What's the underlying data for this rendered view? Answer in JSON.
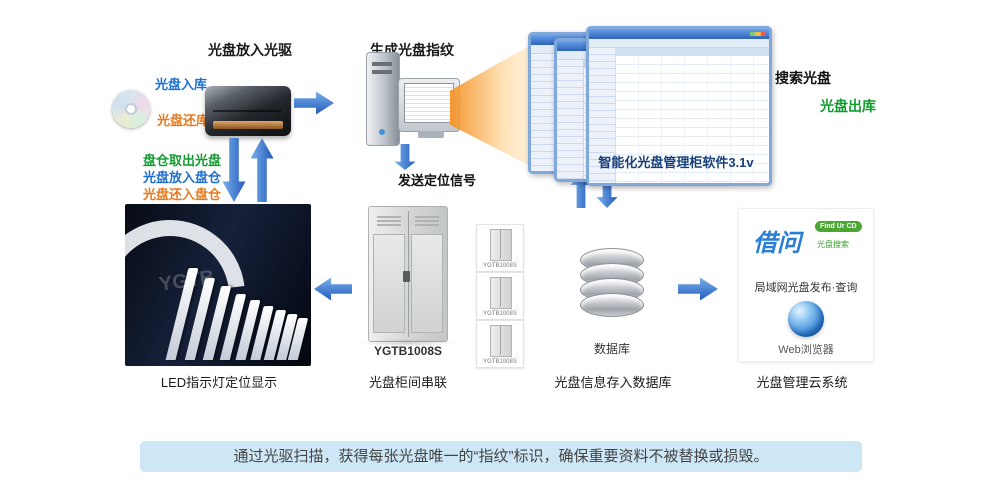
{
  "colors": {
    "accent_blue": "#1e6fd0",
    "accent_orange": "#e8791e",
    "accent_green": "#129c30",
    "arrow_blue": "#2359b8",
    "banner_bg": "#cde7f6"
  },
  "top": {
    "drive_title": "光盘放入光驱",
    "disc_in": "光盘入库",
    "disc_return": "光盘还库",
    "fingerprint_title": "生成光盘指纹",
    "search_disc": "搜索光盘",
    "disc_out": "光盘出库"
  },
  "middle": {
    "bin_take_out": "盘仓取出光盘",
    "bin_put_in": "光盘放入盘仓",
    "bin_return": "光盘还入盘仓",
    "send_signal": "发送定位信号",
    "software_name": "智能化光盘管理柜软件3.1v"
  },
  "bottom": {
    "led_caption": "LED指示灯定位显示",
    "led_watermark": "YGTB",
    "cabinet_model": "YGTB1008S",
    "cabinet_caption": "光盘柜间串联",
    "database_label": "数据库",
    "database_caption": "光盘信息存入数据库",
    "cloud_caption": "光盘管理云系统"
  },
  "cloud": {
    "brand": "借问",
    "badge": "Find Ur CD",
    "tagline": "光盘搜索",
    "description": "局域网光盘发布·查询",
    "browser_label": "Web浏览器"
  },
  "banner": {
    "text": "通过光驱扫描，获得每张光盘唯一的“指纹”标识，确保重要资料不被替换或损毁。"
  }
}
